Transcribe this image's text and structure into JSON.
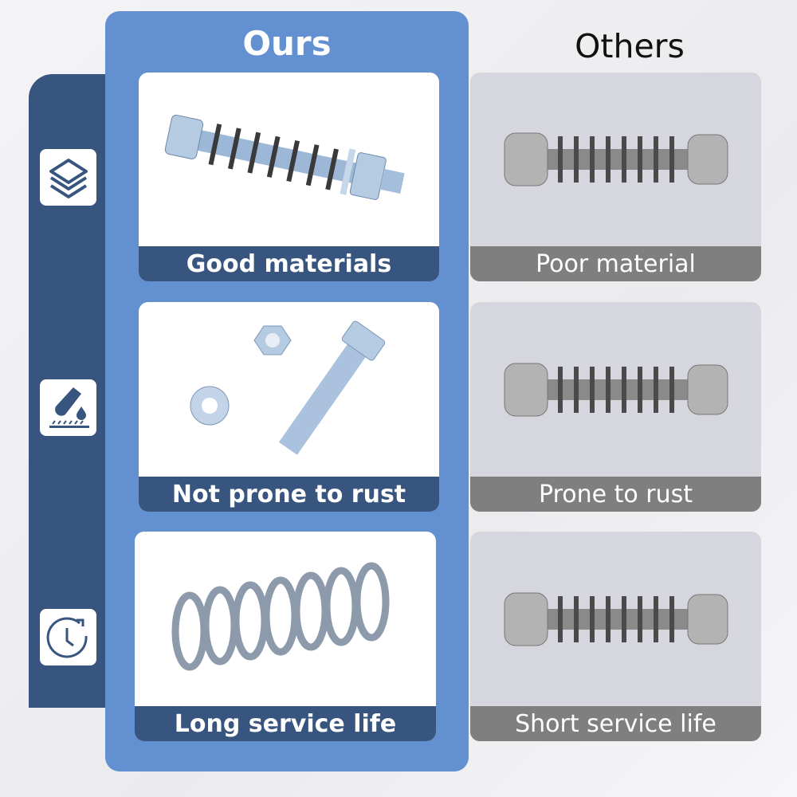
{
  "header": {
    "ours": "Ours",
    "others": "Others"
  },
  "rows": [
    {
      "icon": "layers-icon",
      "ours_label": "Good materials",
      "others_label": "Poor material"
    },
    {
      "icon": "corrosion-test-icon",
      "ours_label": "Not prone to rust",
      "others_label": "Prone to rust"
    },
    {
      "icon": "clock-refresh-icon",
      "ours_label": "Long service life",
      "others_label": "Short service life"
    }
  ],
  "colors": {
    "navy": "#37557e",
    "blue": "#6290d0",
    "gray_label": "#7f7f80",
    "gray_card": "#d6d6df"
  }
}
